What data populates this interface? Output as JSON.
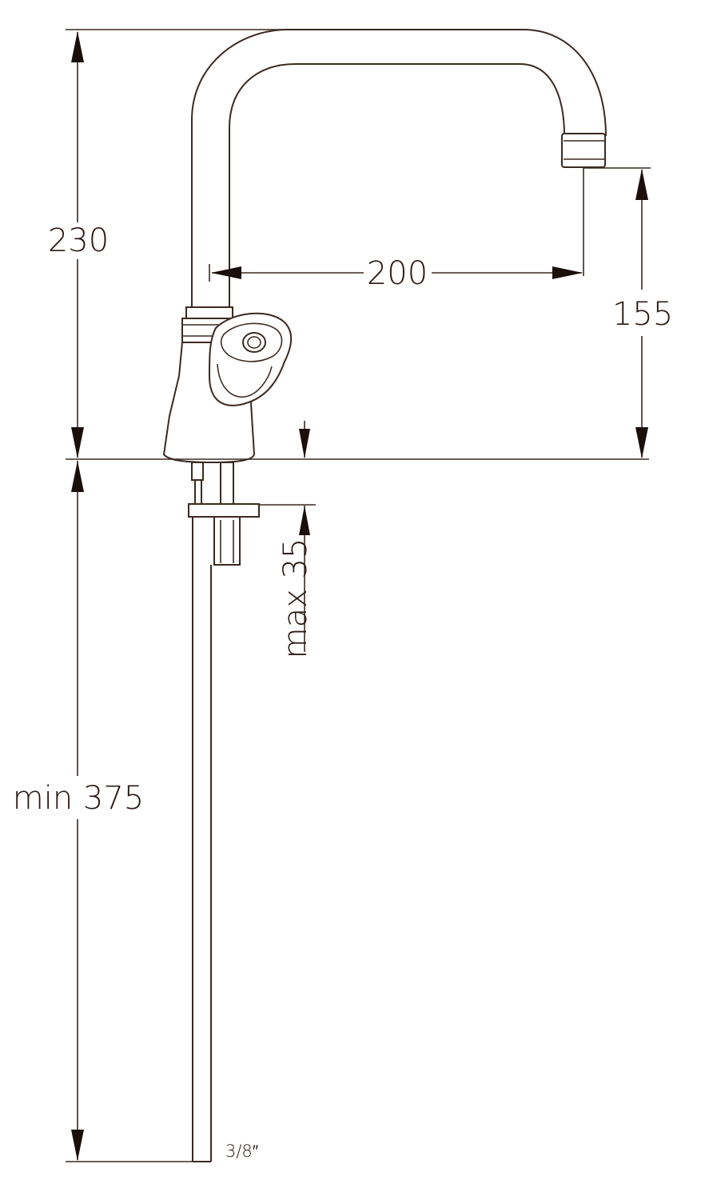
{
  "drawing": {
    "title": "",
    "dimensions": {
      "total_height": "230",
      "reach": "200",
      "spout_height": "155",
      "max_clamp": "max 35",
      "min_hose": "min 375",
      "connection": "3/8″"
    },
    "colors": {
      "line": "#3a2a22",
      "arrow": "#1a0f0a",
      "text": "#2a1a14",
      "background": "#ffffff"
    }
  }
}
